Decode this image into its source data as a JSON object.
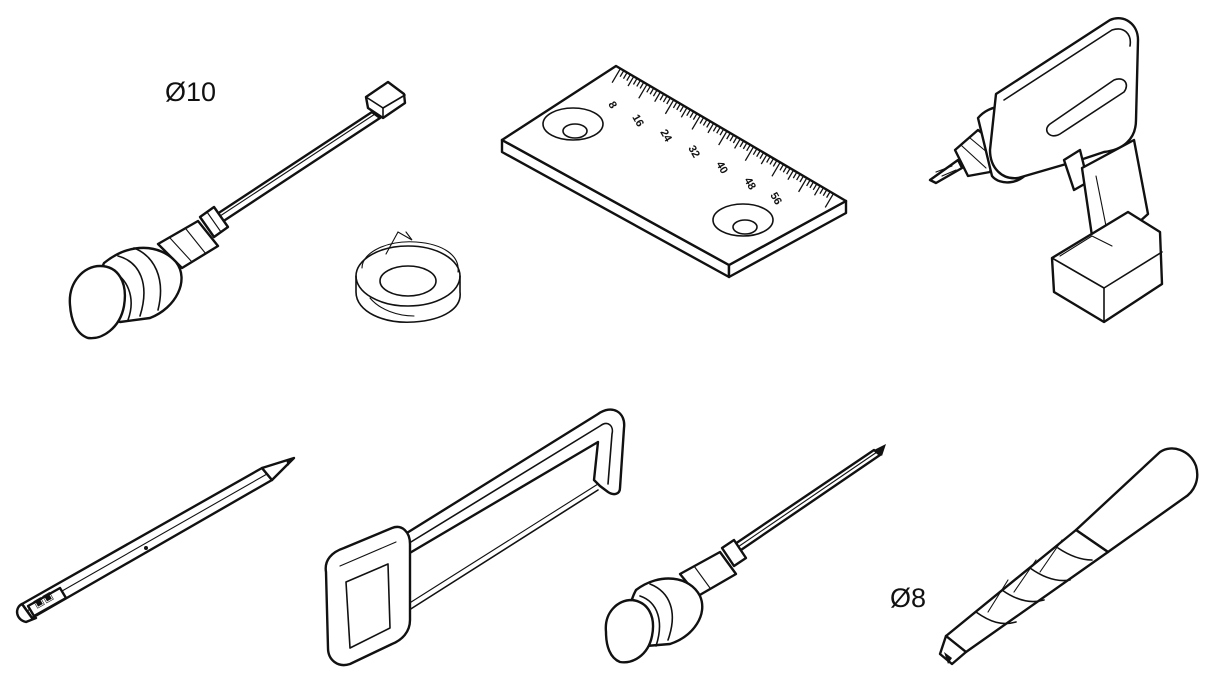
{
  "labels": {
    "screwdriver_large_size": "Ø10",
    "drill_bit_size": "Ø8"
  },
  "ruler": {
    "ticks": [
      "8",
      "16",
      "24",
      "32",
      "40",
      "48",
      "56"
    ]
  },
  "tools": [
    {
      "id": "screwdriver-large",
      "icon": "screwdriver-icon"
    },
    {
      "id": "tape-roll",
      "icon": "tape-icon"
    },
    {
      "id": "ruler-plate",
      "icon": "ruler-icon"
    },
    {
      "id": "cordless-drill",
      "icon": "drill-icon"
    },
    {
      "id": "pencil",
      "icon": "pencil-icon"
    },
    {
      "id": "hacksaw",
      "icon": "hacksaw-icon"
    },
    {
      "id": "screwdriver-small",
      "icon": "screwdriver-icon"
    },
    {
      "id": "drill-bit",
      "icon": "drill-bit-icon"
    }
  ]
}
